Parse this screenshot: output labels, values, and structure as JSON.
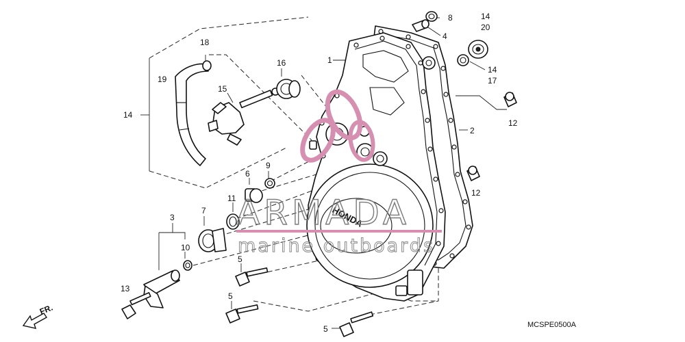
{
  "diagram": {
    "callouts": [
      {
        "id": "c8",
        "text": "8"
      },
      {
        "id": "c4",
        "text": "4"
      },
      {
        "id": "c14a",
        "text": "14"
      },
      {
        "id": "c20",
        "text": "20"
      },
      {
        "id": "c14b",
        "text": "14"
      },
      {
        "id": "c17",
        "text": "17"
      },
      {
        "id": "c1",
        "text": "1"
      },
      {
        "id": "c18",
        "text": "18"
      },
      {
        "id": "c16",
        "text": "16"
      },
      {
        "id": "c19",
        "text": "19"
      },
      {
        "id": "c15",
        "text": "15"
      },
      {
        "id": "c14c",
        "text": "14"
      },
      {
        "id": "c12a",
        "text": "12"
      },
      {
        "id": "c2",
        "text": "2"
      },
      {
        "id": "c9",
        "text": "9"
      },
      {
        "id": "c6",
        "text": "6"
      },
      {
        "id": "c12b",
        "text": "12"
      },
      {
        "id": "c11",
        "text": "11"
      },
      {
        "id": "c3",
        "text": "3"
      },
      {
        "id": "c7",
        "text": "7"
      },
      {
        "id": "c10",
        "text": "10"
      },
      {
        "id": "c5a",
        "text": "5"
      },
      {
        "id": "c13",
        "text": "13"
      },
      {
        "id": "c5b",
        "text": "5"
      },
      {
        "id": "c5c",
        "text": "5"
      }
    ],
    "cover_logo": "HONDA",
    "direction_label": "FR.",
    "diagram_code": "MCSPE0500A",
    "watermark": {
      "brand": "ARMADA",
      "tagline": "marine outboards",
      "logo_color": "#d58fb0"
    }
  }
}
